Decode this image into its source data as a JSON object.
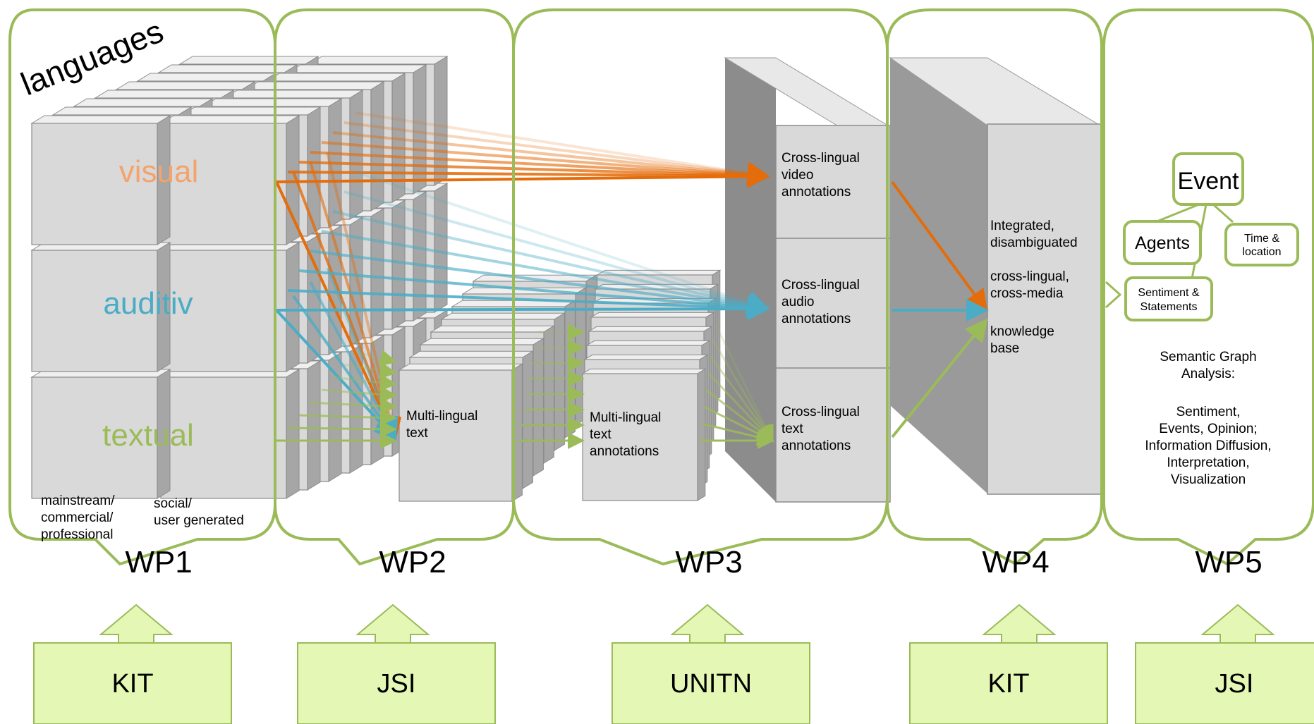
{
  "colors": {
    "panel_border": "#9bbb59",
    "orange": "#e46c0a",
    "blue": "#4bacc6",
    "green": "#9bbb59",
    "box_gray": "#d9d9d9",
    "box_dark": "#a6a6a6",
    "org_fill": "#e4f7b4"
  },
  "wp1": {
    "languages": "languages",
    "modalities": [
      "visual",
      "auditiv",
      "textual"
    ],
    "source_mainstream": [
      "mainstream/",
      "commercial/",
      "professional"
    ],
    "source_social": [
      "social/",
      "user generated"
    ],
    "label": "WP1"
  },
  "wp2": {
    "box_text": [
      "Multi-lingual",
      "text"
    ],
    "label": "WP2"
  },
  "wp3": {
    "text_annotations": [
      "Multi-lingual",
      "text",
      "annotations"
    ],
    "video": [
      "Cross-lingual",
      "video",
      "annotations"
    ],
    "audio": [
      "Cross-lingual",
      "audio",
      "annotations"
    ],
    "text": [
      "Cross-lingual",
      "text",
      "annotations"
    ],
    "label": "WP3"
  },
  "wp4": {
    "kb_text": [
      "Integrated,",
      "disambiguated",
      "",
      "cross-lingual,",
      "cross-media",
      "",
      "knowledge",
      "base"
    ],
    "label": "WP4"
  },
  "wp5": {
    "event": "Event",
    "agents": "Agents",
    "time_location": [
      "Time &",
      "location"
    ],
    "sentiment": [
      "Sentiment &",
      "Statements"
    ],
    "analysis": [
      "Semantic Graph",
      "Analysis:",
      "",
      "Sentiment,",
      "Events, Opinion;",
      "Information Diffusion,",
      "Interpretation,",
      "Visualization"
    ],
    "label": "WP5"
  },
  "orgs": [
    "KIT",
    "JSI",
    "UNITN",
    "KIT",
    "JSI"
  ]
}
